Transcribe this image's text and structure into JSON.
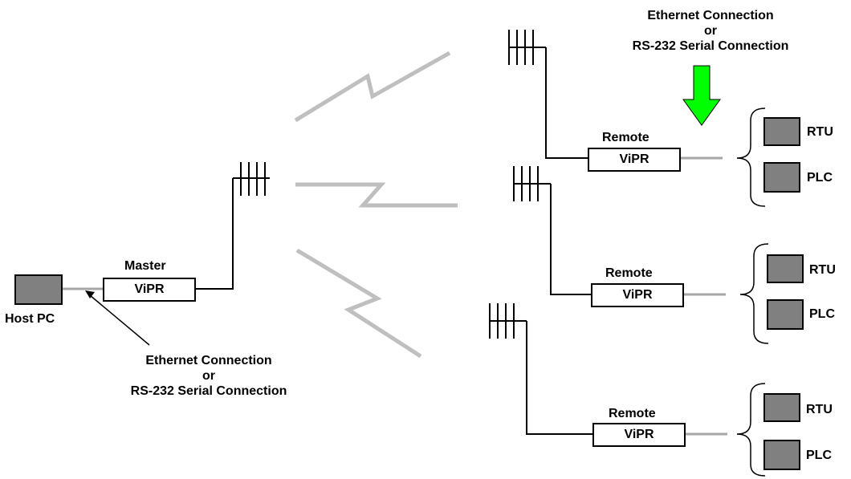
{
  "host": {
    "label": "Host PC"
  },
  "master": {
    "role": "Master",
    "device": "ViPR"
  },
  "host_connection": {
    "line1": "Ethernet Connection",
    "line2": "or",
    "line3": "RS-232 Serial Connection"
  },
  "remote_connection": {
    "line1": "Ethernet Connection",
    "line2": "or",
    "line3": "RS-232 Serial Connection"
  },
  "remotes": [
    {
      "role": "Remote",
      "device": "ViPR",
      "endpoints": [
        "RTU",
        "PLC"
      ]
    },
    {
      "role": "Remote",
      "device": "ViPR",
      "endpoints": [
        "RTU",
        "PLC"
      ]
    },
    {
      "role": "Remote",
      "device": "ViPR",
      "endpoints": [
        "RTU",
        "PLC"
      ]
    }
  ],
  "colors": {
    "link": "#bfbfbf",
    "device_fill": "#808080",
    "arrow": "#00ff00"
  }
}
